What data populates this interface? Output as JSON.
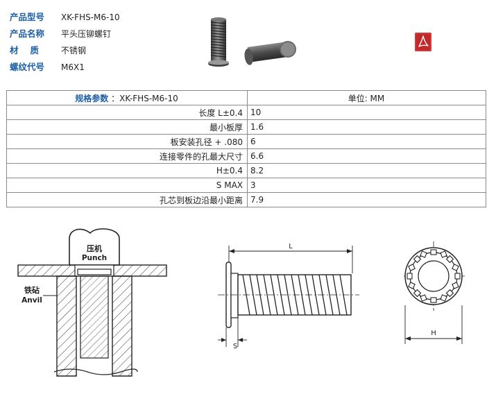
{
  "product_info": {
    "rows": [
      {
        "label": "产品型号",
        "value": "XK-FHS-M6-10"
      },
      {
        "label": "产品名称",
        "value": "平头压铆螺钉"
      },
      {
        "label": "材　 质",
        "value": "不锈钢"
      },
      {
        "label": "螺纹代号",
        "value": "M6X1"
      }
    ]
  },
  "icons": {
    "pdf": "pdf-document-icon"
  },
  "spec_table": {
    "header_label": "规格参数",
    "header_model": "：XK-FHS-M6-10",
    "unit": "单位: MM",
    "rows": [
      {
        "param": "长度 L±0.4",
        "value": "10"
      },
      {
        "param": "最小板厚",
        "value": "1.6"
      },
      {
        "param": "板安装孔径 + .080",
        "value": "6"
      },
      {
        "param": "连接零件的孔最大尺寸",
        "value": "6.6"
      },
      {
        "param": "H±0.4",
        "value": "8.2"
      },
      {
        "param": "S MAX",
        "value": "3"
      },
      {
        "param": "孔芯到板边沿最小距离",
        "value": "7.9"
      }
    ]
  },
  "diagrams": {
    "punch_label_cn": "压机",
    "punch_label_en": "Punch",
    "anvil_label_cn": "铁砧",
    "anvil_label_en": "Anvil",
    "dim_L": "L",
    "dim_S": "S",
    "dim_H": "H"
  },
  "colors": {
    "label_blue": "#1f5fa8",
    "pdf_red": "#c0282a"
  }
}
